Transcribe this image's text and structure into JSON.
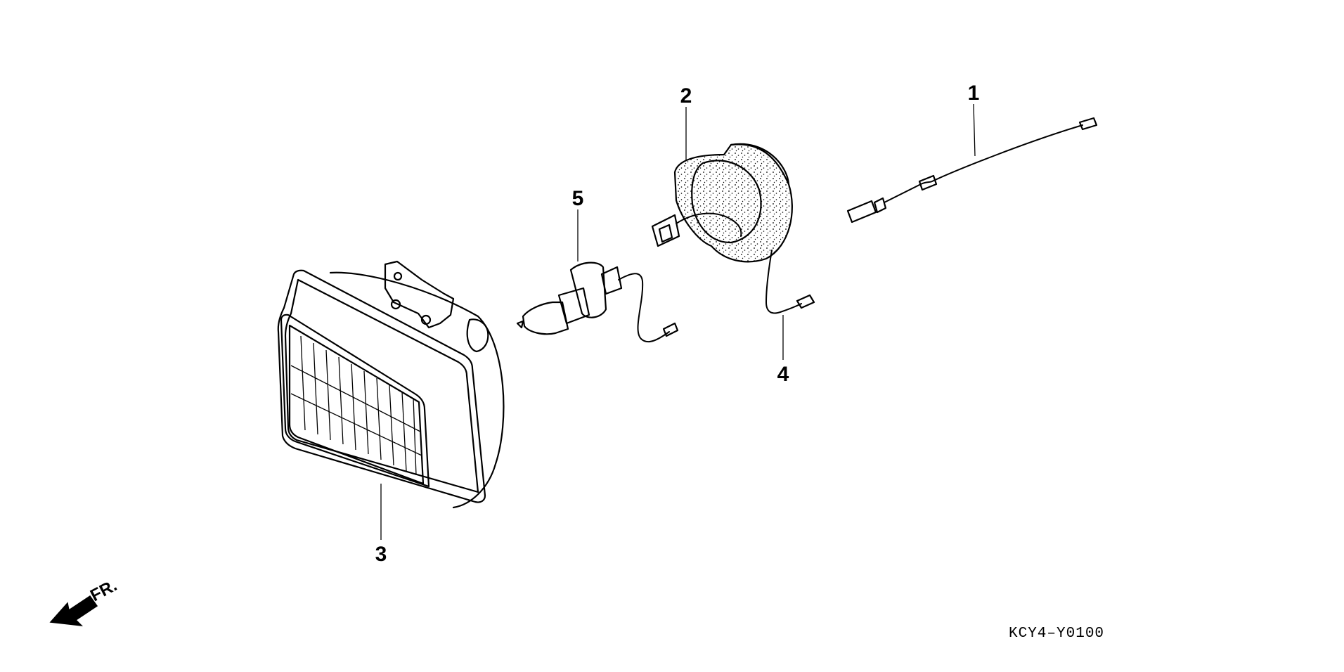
{
  "callouts": {
    "p1": "1",
    "p2": "2",
    "p3": "3",
    "p4": "4",
    "p5": "5"
  },
  "direction_label": "FR.",
  "diagram_code": "KCY4–Y0100"
}
